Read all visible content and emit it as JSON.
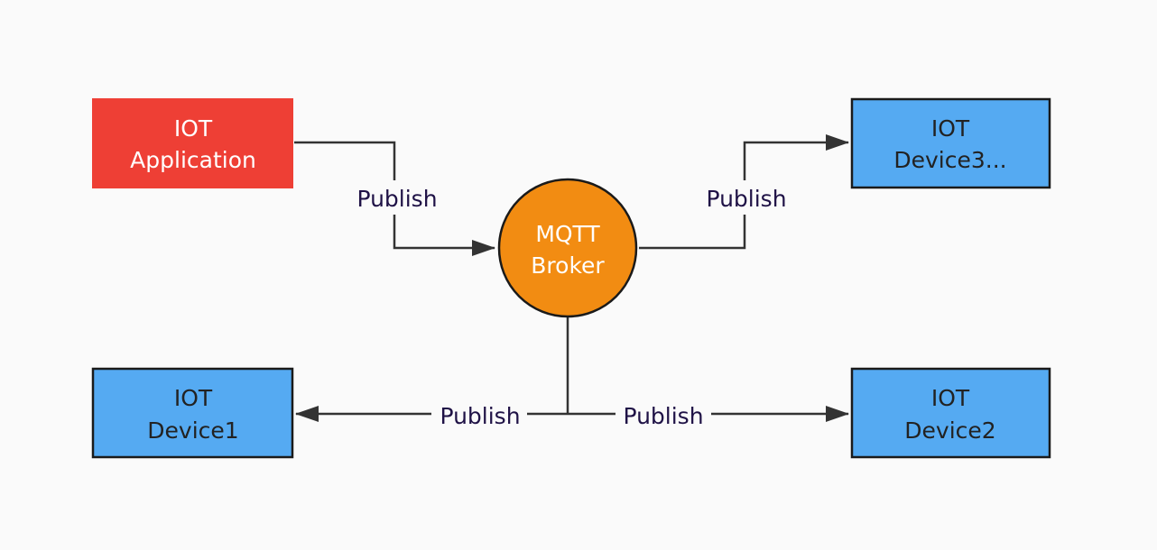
{
  "colors": {
    "application": "#ee3f35",
    "device": "#55aaf2",
    "broker": "#f28c12",
    "line": "#333333",
    "border": "#1a1a1a",
    "app_text": "#ffffff",
    "device_text": "#222222",
    "label_text": "#1f1246"
  },
  "nodes": {
    "application": {
      "line1": "IOT",
      "line2": "Application"
    },
    "broker": {
      "line1": "MQTT",
      "line2": "Broker"
    },
    "device3": {
      "line1": "IOT",
      "line2": "Device3..."
    },
    "device1": {
      "line1": "IOT",
      "line2": "Device1"
    },
    "device2": {
      "line1": "IOT",
      "line2": "Device2"
    }
  },
  "edges": {
    "app_to_broker": {
      "label": "Publish"
    },
    "broker_to_device3": {
      "label": "Publish"
    },
    "broker_to_device1": {
      "label": "Publish"
    },
    "broker_to_device2": {
      "label": "Publish"
    }
  }
}
